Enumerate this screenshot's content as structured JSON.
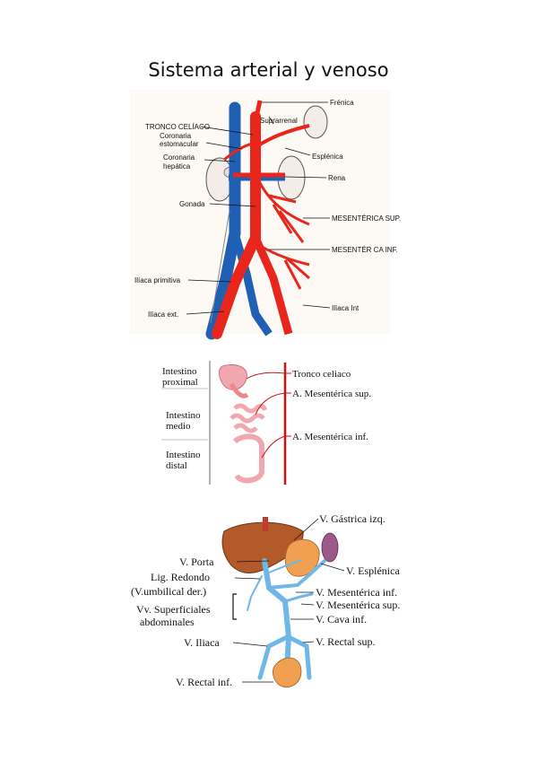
{
  "title": "Sistema arterial y venoso",
  "colors": {
    "artery": "#e8261c",
    "vein": "#1f5fb4",
    "portal": "#6fb7e8",
    "organ": "#c97f52",
    "liver": "#b45a2a",
    "gut": "#f0a7b0",
    "label_line": "#111111",
    "accent_line": "#cc1111"
  },
  "fig1": {
    "labels": {
      "frenica": "Frénica",
      "suprarrenal": "Suprarrenal",
      "tronco_celiaco": "TRONCO CELÍACO",
      "coronaria_est_1": "Coronaria",
      "coronaria_est_2": "estomacular",
      "esplenica": "Esplénica",
      "coronaria_hep_1": "Coronaria",
      "coronaria_hep_2": "hepática",
      "renal": "Rena",
      "gonada": "Gonada",
      "mesenterica_sup": "MESENTÉRICA SUP.",
      "mesenterica_inf": "MESENTÉR CA INF.",
      "iliaca_primitiva": "Ilíaca primitiva",
      "iliaca_int": "Ilíaca Int",
      "iliaca_ext": "Ilíaca ext."
    }
  },
  "fig2": {
    "labels": {
      "intestino_proximal_1": "Intestino",
      "intestino_proximal_2": "proximal",
      "intestino_medio_1": "Intestino",
      "intestino_medio_2": "medio",
      "intestino_distal_1": "Intestino",
      "intestino_distal_2": "distal",
      "tronco_celiaco": "Tronco celiaco",
      "mesenterica_sup": "A. Mesentérica sup.",
      "mesenterica_inf": "A. Mesentérica inf."
    }
  },
  "fig3": {
    "labels": {
      "gastrica_izq": "V. Gástrica izq.",
      "porta": "V. Porta",
      "esplenica": "V. Esplénica",
      "lig_redondo": "Lig. Redondo",
      "umbilical": "(V.umbilical der.)",
      "mesenterica_inf": "V. Mesentérica inf.",
      "mesenterica_sup": "V. Mesentérica sup.",
      "superficiales_1": "Vv. Superficiales",
      "superficiales_2": "abdominales",
      "cava_inf": "V. Cava inf.",
      "rectal_sup": "V. Rectal sup.",
      "iliaca": "V. Iliaca",
      "rectal_inf": "V. Rectal inf."
    }
  }
}
